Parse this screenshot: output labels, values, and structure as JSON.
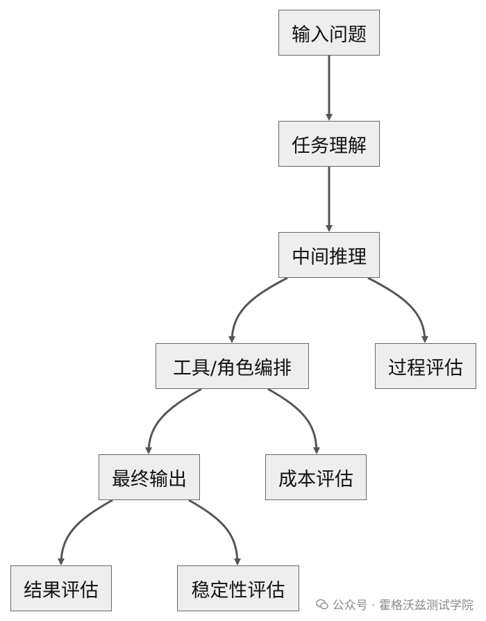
{
  "diagram": {
    "nodes": {
      "input": "输入问题",
      "task": "任务理解",
      "reason": "中间推理",
      "tool": "工具/角色编排",
      "process": "过程评估",
      "final": "最终输出",
      "cost": "成本评估",
      "result": "结果评估",
      "stable": "稳定性评估"
    },
    "edges": [
      {
        "from": "input",
        "to": "task"
      },
      {
        "from": "task",
        "to": "reason"
      },
      {
        "from": "reason",
        "to": "tool"
      },
      {
        "from": "reason",
        "to": "process"
      },
      {
        "from": "tool",
        "to": "final"
      },
      {
        "from": "tool",
        "to": "cost"
      },
      {
        "from": "final",
        "to": "result"
      },
      {
        "from": "final",
        "to": "stable"
      }
    ],
    "colors": {
      "node_fill": "#eeeeee",
      "node_border": "#666666",
      "edge": "#555555"
    }
  },
  "watermark": {
    "text": "公众号 · 霍格沃兹测试学院"
  }
}
